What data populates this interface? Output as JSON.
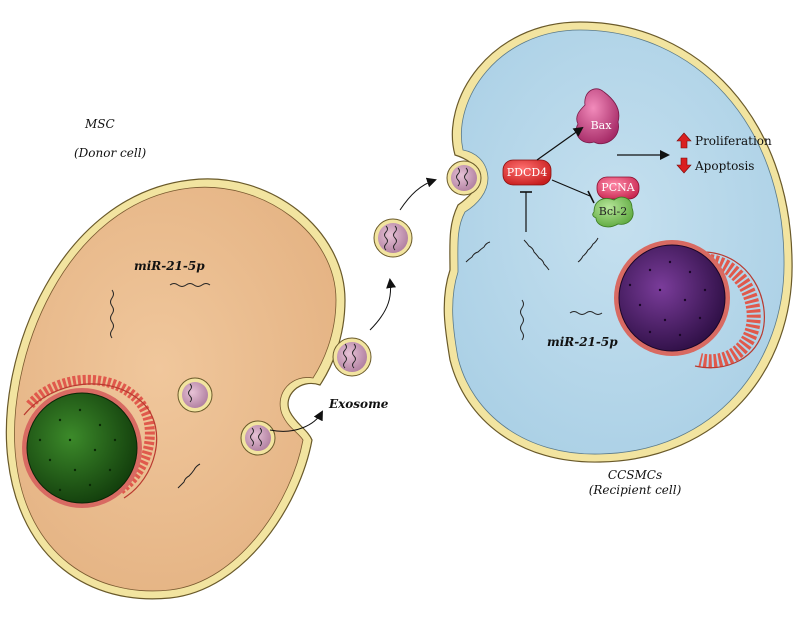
{
  "donor": {
    "title": "MSC",
    "subtitle": "(Donor cell)",
    "mirna_label": "miR-21-5p",
    "exosome_label": "Exosome"
  },
  "recipient": {
    "title": "CCSMCs",
    "subtitle": "(Recipient cell)",
    "mirna_label": "miR-21-5p"
  },
  "proteins": {
    "pdcd4": "PDCD4",
    "bax": "Bax",
    "pcna": "PCNA",
    "bcl2": "Bcl-2"
  },
  "outcomes": {
    "up": "Proliferation",
    "down": "Apoptosis"
  },
  "colors": {
    "donor_cytoplasm": "#e9b98a",
    "recipient_cytoplasm": "#b7d7ea",
    "membrane": "#f4e7a2",
    "nucleus_donor": "#1f5a16",
    "nucleus_recipient": "#4a1f6a",
    "er": "#e0594c",
    "exosome": "#c79ab6",
    "pdcd4": "#e23a3a",
    "bax": "#c9477f",
    "pcna": "#e0406c",
    "bcl2": "#7fc261",
    "arrow_up": "#d92020",
    "arrow_down": "#d92020"
  }
}
